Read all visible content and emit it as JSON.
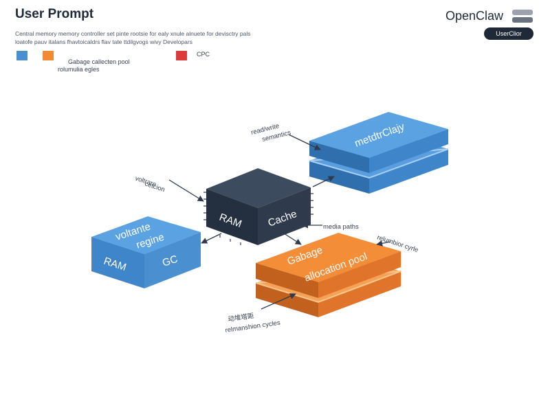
{
  "header": {
    "title": "User Prompt",
    "brand": "OpenClaw",
    "badge": "UserClior",
    "description_line1": "Central memory memory controller set pinte rootsie for ealy xnule alnuete for devisctry pals",
    "description_line2": "loatofe pauv italans fhavtoicaldrs flav tate ttdilgvogs wivy Developars"
  },
  "legend": [
    {
      "label": "",
      "color": "#4a90d0"
    },
    {
      "label": "Gabage callecten pool\nrolumulia egles",
      "color": "#f08a33"
    },
    {
      "label": "CPC",
      "color": "#dc3b3b"
    }
  ],
  "blocks": {
    "ram_cache": {
      "label_left": "RAM",
      "label_right": "Cache",
      "color": "#2f3b4c"
    },
    "memory": {
      "label": "metdtrClajy",
      "color": "#4a90d0"
    },
    "voltage": {
      "label_top1": "voltante",
      "label_top2": "regine",
      "label_left": "RAM",
      "label_right": "GC",
      "color": "#4a90d0"
    },
    "garbage": {
      "label1": "Gabage",
      "label2": "allocation pool",
      "color": "#f08a33"
    }
  },
  "annotations": {
    "read_write_1": "read/write",
    "read_write_2": "semantics",
    "voltage_1": "voltrare",
    "voltage_2": "cetcion",
    "media_paths": "media paths",
    "relumbio": "relumbior cyrle",
    "bottom_1": "动堆塔距",
    "bottom_2": "relmanshion cycles"
  }
}
